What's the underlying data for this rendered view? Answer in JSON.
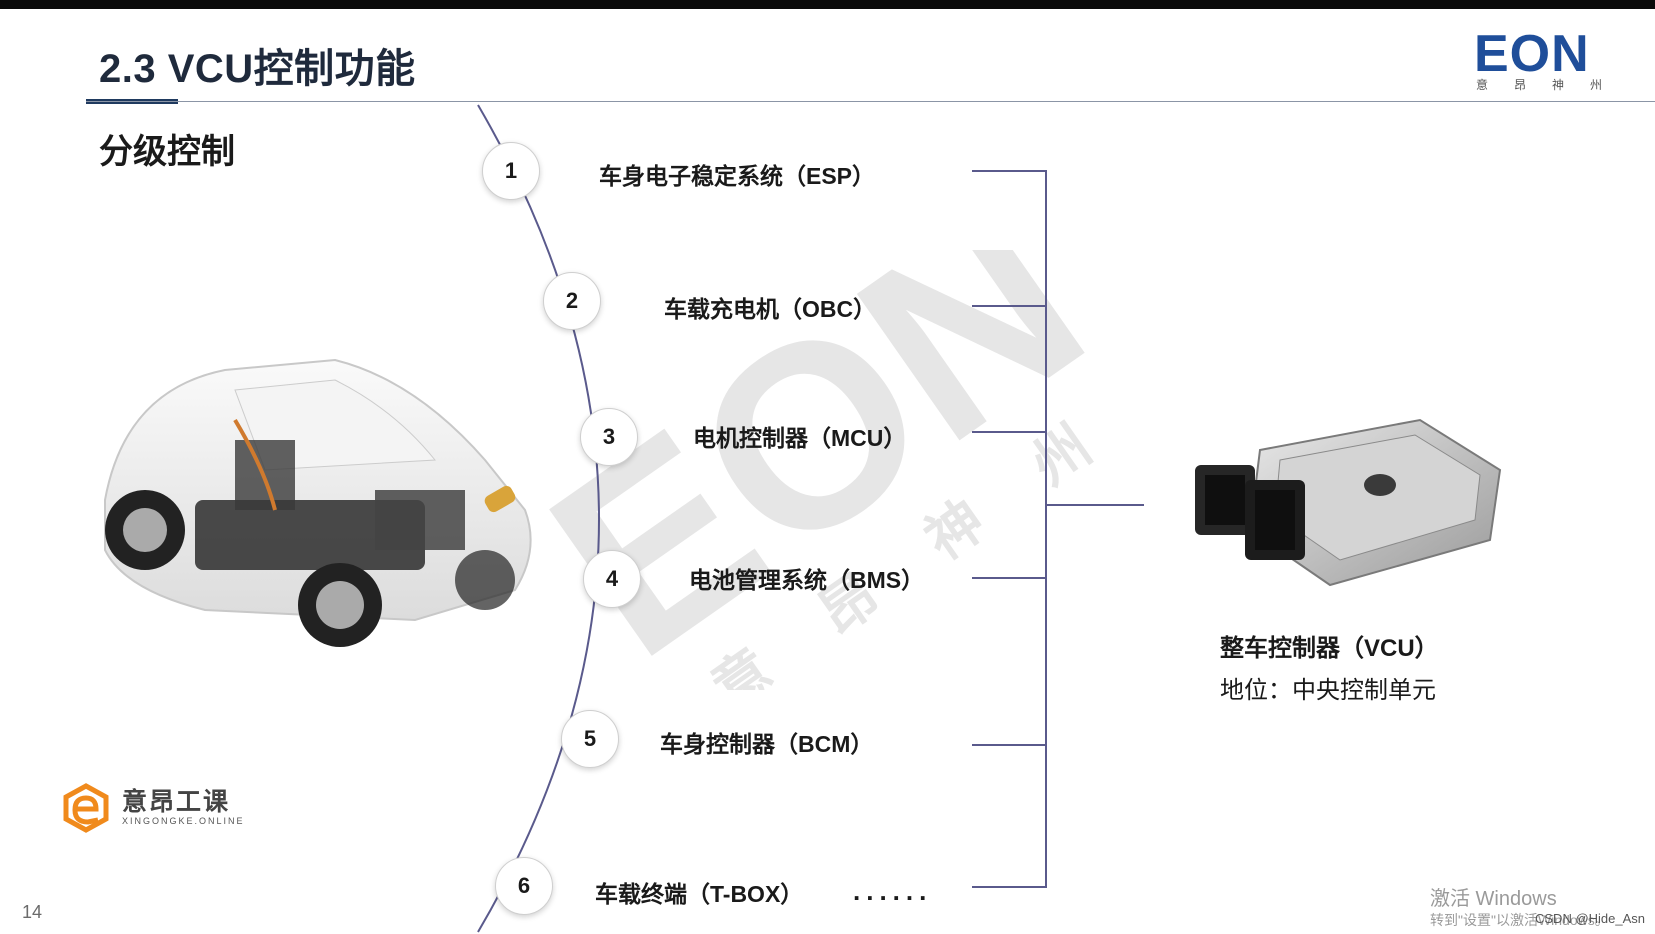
{
  "slide": {
    "title": "2.3 VCU控制功能",
    "subtitle": "分级控制",
    "page_number": "14"
  },
  "logo": {
    "word": "EON",
    "sub": [
      "意",
      "昂",
      "神",
      "州"
    ]
  },
  "watermark": {
    "word": "EON",
    "sub": [
      "意",
      "昂",
      "神",
      "州"
    ]
  },
  "items": [
    {
      "num": "1",
      "label": "车身电子稳定系统（ESP）"
    },
    {
      "num": "2",
      "label": "车载充电机（OBC）"
    },
    {
      "num": "3",
      "label": "电机控制器（MCU）"
    },
    {
      "num": "4",
      "label": "电池管理系统（BMS）"
    },
    {
      "num": "5",
      "label": "车身控制器（BCM）"
    },
    {
      "num": "6",
      "label": "车载终端（T-BOX）"
    }
  ],
  "ellipsis": "......",
  "vcu": {
    "name": "整车控制器（VCU）",
    "role": "地位：中央控制单元"
  },
  "brand": {
    "name": "意昂工课",
    "en": "XINGONGKE.ONLINE"
  },
  "os_overlay": {
    "activate": "激活 Windows",
    "activate_sub": "转到\"设置\"以激活Windows。",
    "csdn": "CSDN @Hide_Asn"
  },
  "colors": {
    "connector": "#5a5a8c",
    "title_text": "#1f2a3c",
    "logo_blue": "#1f4e9a",
    "brand_orange": "#f08a1c"
  }
}
